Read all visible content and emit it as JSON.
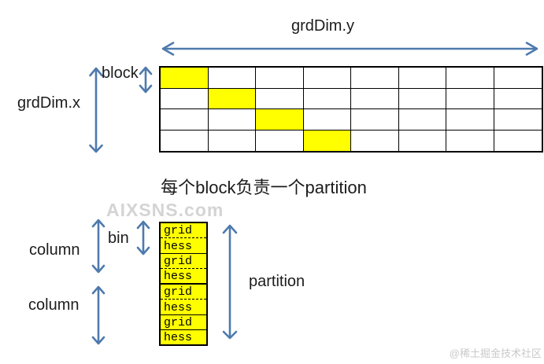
{
  "top_diagram": {
    "grddim_y_label": "grdDim.y",
    "grddim_x_label": "grdDim.x",
    "block_label": "block",
    "grid": {
      "rows": 4,
      "cols": 8,
      "highlighted_cells": [
        [
          0,
          0
        ],
        [
          1,
          1
        ],
        [
          2,
          2
        ],
        [
          3,
          3
        ]
      ],
      "highlight_color": "#ffff00"
    }
  },
  "caption": "每个block负责一个partition",
  "bottom_diagram": {
    "column_label_top": "column",
    "bin_label": "bin",
    "column_label_bottom": "column",
    "partition_label": "partition",
    "cell_color": "#ffff00",
    "stack_cells": [
      {
        "label": "grid",
        "separator": "dashed"
      },
      {
        "label": "hess",
        "separator": "solid"
      },
      {
        "label": "grid",
        "separator": "dashed"
      },
      {
        "label": "hess",
        "separator": "thick"
      },
      {
        "label": "grid",
        "separator": "dashed"
      },
      {
        "label": "hess",
        "separator": "solid"
      },
      {
        "label": "grid",
        "separator": "solid"
      },
      {
        "label": "hess",
        "separator": "none"
      }
    ]
  },
  "watermarks": {
    "center": "AIXSNS.com",
    "bottom_right": "@稀土掘金技术社区"
  },
  "colors": {
    "arrow": "#4e7aad",
    "highlight_yellow": "#ffff00",
    "watermark_center": "#d4d4d4",
    "watermark_bottom_right": "#c9c9c9",
    "text": "#1c1c1c"
  }
}
